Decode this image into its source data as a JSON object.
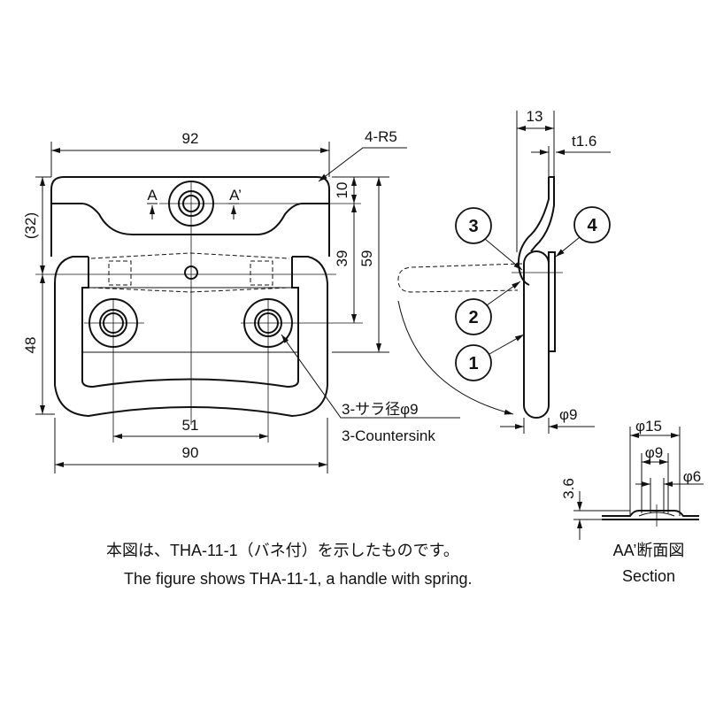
{
  "front_view": {
    "dim_width_top": "92",
    "dim_width_bottom": "90",
    "dim_hole_pitch": "51",
    "dim_corner_radius": "4-R5",
    "dim_top_to_hole": "10",
    "dim_hole_to_holes": "39",
    "dim_height": "59",
    "dim_upper_ref": "(32)",
    "dim_handle": "48",
    "section_mark_a": "A",
    "section_mark_a_prime": "A’",
    "countersink_jp": "3-サラ径φ9",
    "countersink_en": "3-Countersink"
  },
  "side_view": {
    "dim_depth": "13",
    "dim_thickness": "t1.6",
    "dim_handle_dia": "φ9",
    "balloons": [
      "1",
      "2",
      "3",
      "4"
    ]
  },
  "section_view": {
    "dim_outer": "φ15",
    "dim_mid": "φ9",
    "dim_inner": "φ6",
    "dim_height": "3.6",
    "title_jp": "AA’断面図",
    "title_en": "Section"
  },
  "caption": {
    "jp": "本図は、THA-11-1（バネ付）を示したものです。",
    "en": "The figure shows THA-11-1, a handle with spring."
  }
}
